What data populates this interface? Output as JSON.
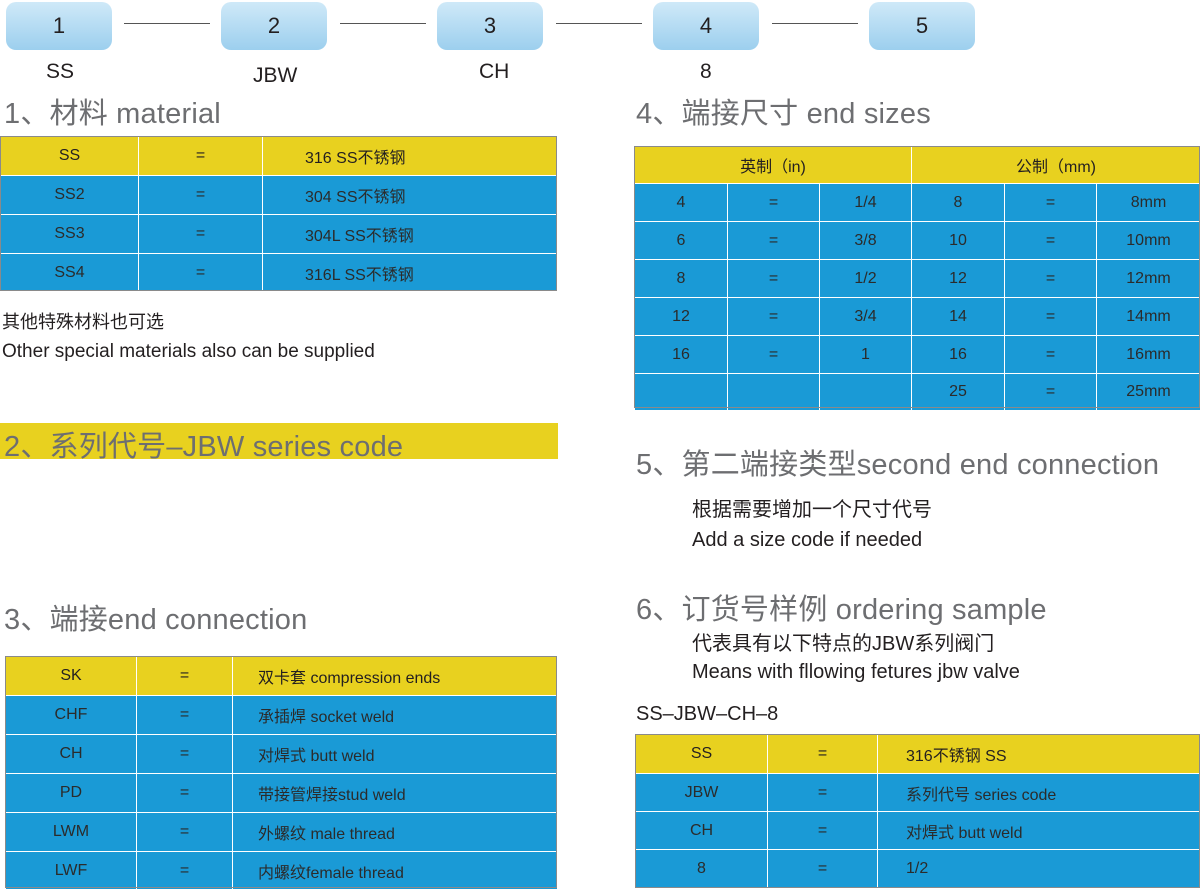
{
  "steps": [
    {
      "num": "1",
      "label": "SS"
    },
    {
      "num": "2",
      "label": "JBW"
    },
    {
      "num": "3",
      "label": "CH"
    },
    {
      "num": "4",
      "label": "8"
    },
    {
      "num": "5",
      "label": ""
    }
  ],
  "material": {
    "heading": "1、材料 material",
    "rows": [
      [
        "SS",
        "=",
        "316 SS不锈钢"
      ],
      [
        "SS2",
        "=",
        "304 SS不锈钢"
      ],
      [
        "SS3",
        "=",
        "304L SS不锈钢"
      ],
      [
        "SS4",
        "=",
        "316L SS不锈钢"
      ]
    ],
    "note_cn": "其他特殊材料也可选",
    "note_en": "Other special materials also can be supplied"
  },
  "series": {
    "heading": "2、系列代号–JBW series code"
  },
  "end_connection": {
    "heading": "3、端接end connection",
    "rows": [
      [
        "SK",
        "=",
        "双卡套 compression ends"
      ],
      [
        "CHF",
        "=",
        "承插焊 socket weld"
      ],
      [
        "CH",
        "=",
        "对焊式 butt weld"
      ],
      [
        "PD",
        "=",
        "带接管焊接stud weld"
      ],
      [
        "LWM",
        "=",
        "外螺纹 male thread"
      ],
      [
        "LWF",
        "=",
        "内螺纹female thread"
      ]
    ]
  },
  "end_sizes": {
    "heading": "4、端接尺寸 end sizes",
    "header_inch": "英制（in)",
    "header_metric": "公制（mm)",
    "rows": [
      [
        "4",
        "=",
        "1/4",
        "8",
        "=",
        "8mm"
      ],
      [
        "6",
        "=",
        "3/8",
        "10",
        "=",
        "10mm"
      ],
      [
        "8",
        "=",
        "1/2",
        "12",
        "=",
        "12mm"
      ],
      [
        "12",
        "=",
        "3/4",
        "14",
        "=",
        "14mm"
      ],
      [
        "16",
        "=",
        "1",
        "16",
        "=",
        "16mm"
      ],
      [
        "",
        "",
        "",
        "25",
        "=",
        "25mm"
      ]
    ]
  },
  "second_end": {
    "heading": "5、第二端接类型second end connection",
    "note_cn": "根据需要增加一个尺寸代号",
    "note_en": "Add a size code if needed"
  },
  "ordering": {
    "heading": "6、订货号样例 ordering sample",
    "note_cn": "代表具有以下特点的JBW系列阀门",
    "note_en": "Means with fllowing fetures jbw valve",
    "code": "SS–JBW–CH–8",
    "rows": [
      [
        "SS",
        "=",
        "316不锈钢 SS"
      ],
      [
        "JBW",
        "=",
        "系列代号 series code"
      ],
      [
        "CH",
        "=",
        "对焊式 butt weld"
      ],
      [
        "8",
        "=",
        "1/2"
      ]
    ]
  }
}
